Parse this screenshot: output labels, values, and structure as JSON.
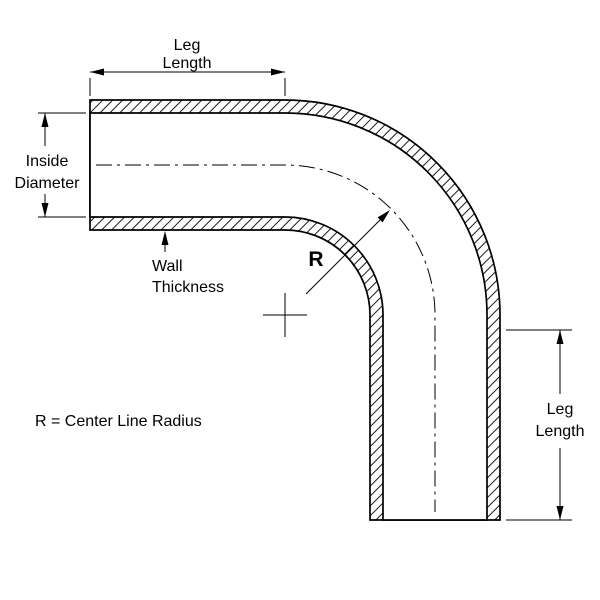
{
  "diagram": {
    "type": "technical-drawing",
    "subject": "90-degree elbow tube with dimension callouts",
    "labels": {
      "leg_length_top": {
        "line1": "Leg",
        "line2": "Length"
      },
      "inside_diameter": {
        "line1": "Inside",
        "line2": "Diameter",
        "color": "#ff0000"
      },
      "wall_thickness": {
        "line1": "Wall",
        "line2": "Thickness"
      },
      "radius": "R",
      "leg_length_right": {
        "line1": "Leg",
        "line2": "Length"
      },
      "legend": "R = Center Line Radius"
    },
    "colors": {
      "line": "#000000",
      "accent_red": "#ff0000",
      "background": "#ffffff"
    }
  }
}
